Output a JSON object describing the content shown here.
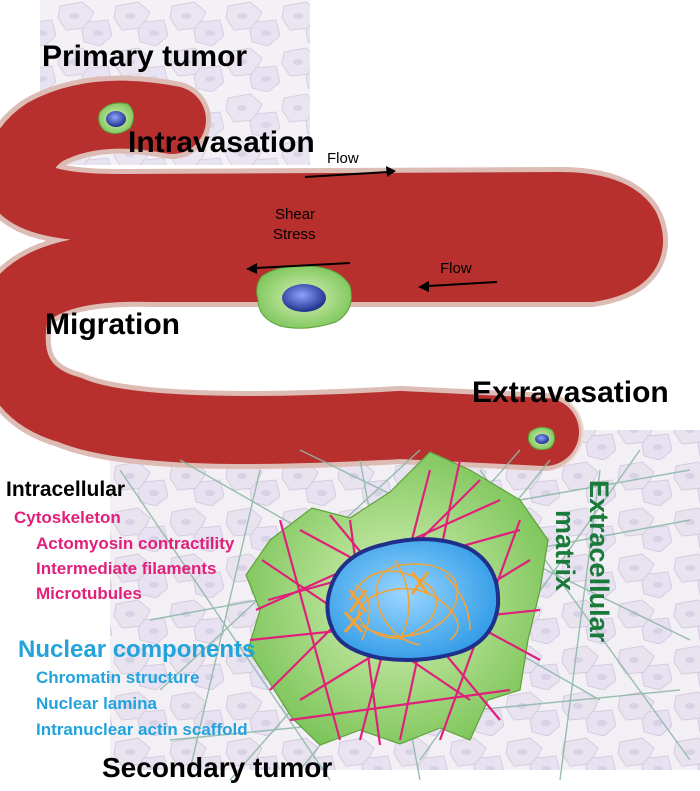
{
  "labels": {
    "primary_tumor": "Primary tumor",
    "intravasation": "Intravasation",
    "flow_top": "Flow",
    "shear_stress_line1": "Shear",
    "shear_stress_line2": "Stress",
    "flow_middle": "Flow",
    "migration": "Migration",
    "extravasation": "Extravasation",
    "secondary_tumor": "Secondary tumor",
    "extracellular_line1": "Extracellular",
    "extracellular_line2": "matrix"
  },
  "intracellular": {
    "heading": "Intracellular",
    "cytoskeleton": "Cytoskeleton",
    "items": [
      "Actomyosin contractility",
      "Intermediate filaments",
      "Microtubules"
    ]
  },
  "nuclear": {
    "heading": "Nuclear components",
    "items": [
      "Chromatin structure",
      "Nuclear lamina",
      "Intranuclear actin scaffold"
    ]
  },
  "colors": {
    "vessel": "#b8302e",
    "vessel_wall": "#f3d9d2",
    "cell_body": "#8fd16e",
    "cell_nucleus": "#2f47a8",
    "nucleus_fill": "#4fb0ea",
    "chromatin": "#f2a33a",
    "actin": "#e0207a",
    "ecm_fiber": "#8fb8a8",
    "tissue": "#e9e4ef"
  }
}
